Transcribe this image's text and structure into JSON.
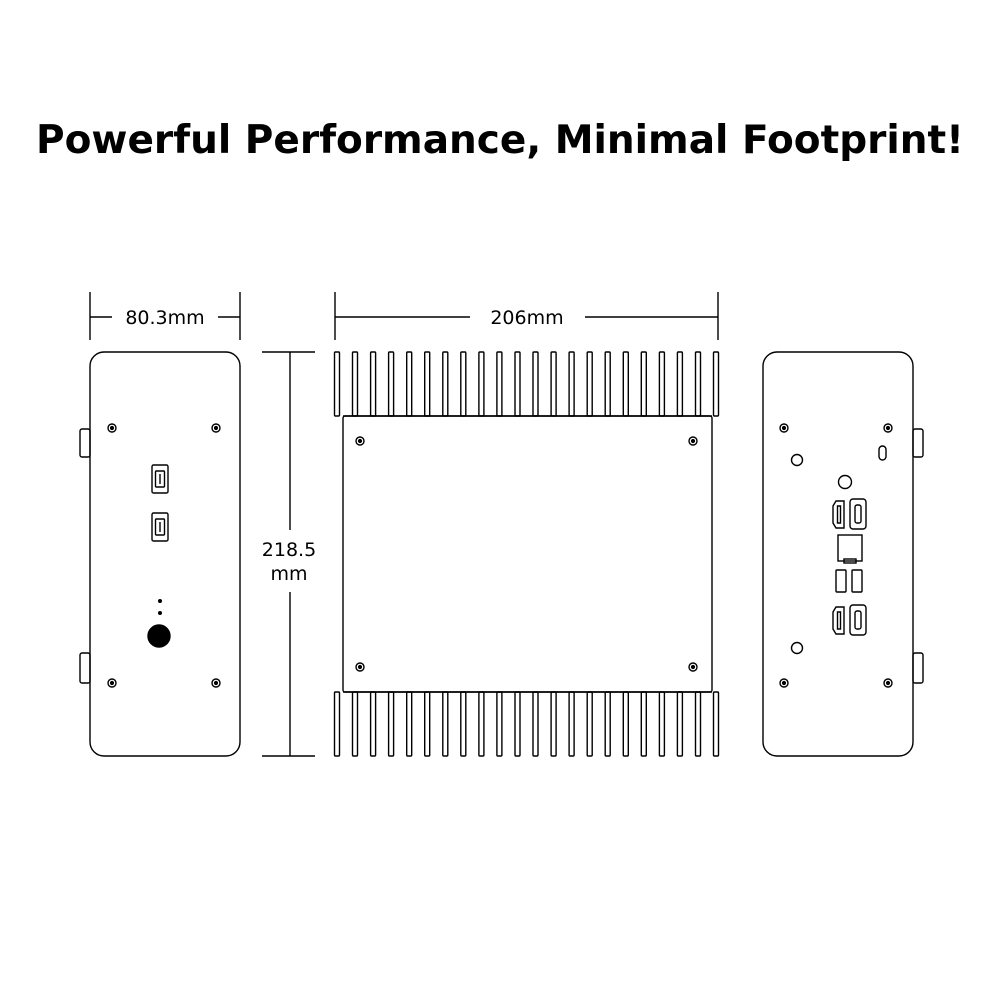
{
  "headline": "Powerful Performance, Minimal Footprint!",
  "dimensions": {
    "width_label": "80.3mm",
    "length_label": "206mm",
    "height_value": "218.5",
    "height_unit": "mm"
  }
}
